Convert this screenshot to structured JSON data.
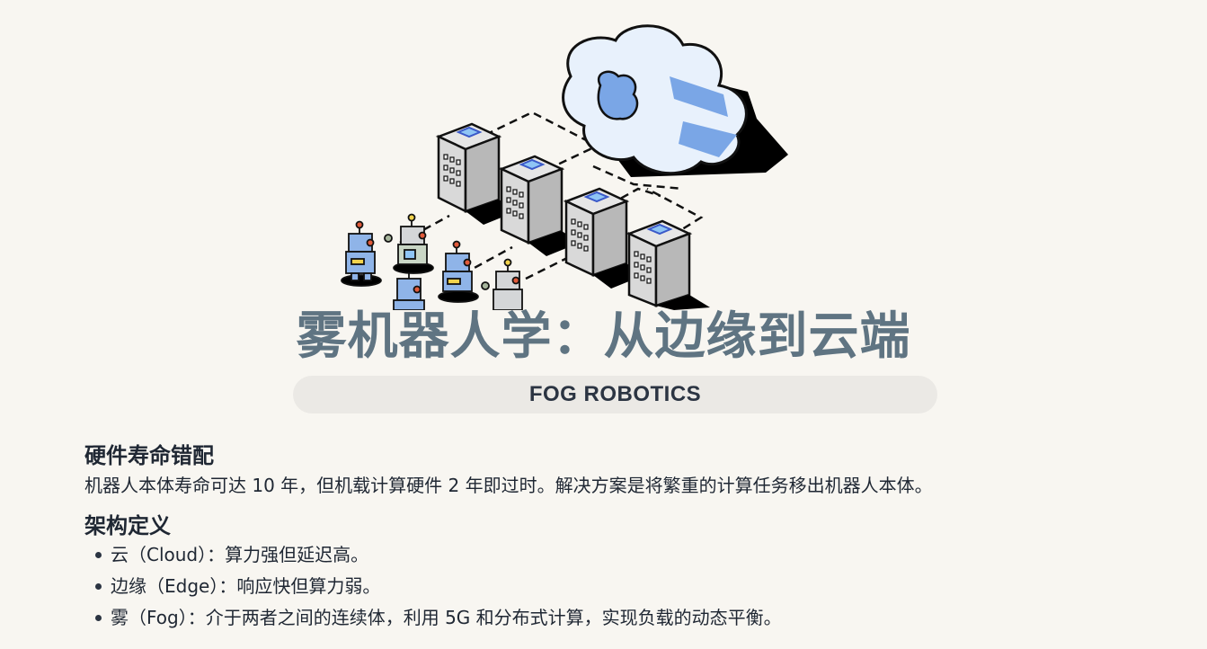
{
  "illustration": {
    "description": "Isometric illustration of robots connected via dashed lines to server buildings and a cloud",
    "icons": [
      "cloud-icon",
      "server-building-icon",
      "robot-icon"
    ],
    "colors": {
      "cloud_fill": "#e6f0fb",
      "cloud_band": "#7aa6e6",
      "building_fill": "#d9d9d9",
      "building_side": "#b8b8b8",
      "screen": "#8fc5f5",
      "robot_blue": "#8fb4e8",
      "robot_gray": "#d4d6d8",
      "robot_accent": "#e05a3a",
      "outline": "#111111"
    }
  },
  "title": "雾机器人学：从边缘到云端",
  "subtitle": "FOG ROBOTICS",
  "sections": [
    {
      "heading": "硬件寿命错配",
      "body": "机器人本体寿命可达 10 年，但机载计算硬件 2 年即过时。解决方案是将繁重的计算任务移出机器人本体。"
    },
    {
      "heading": "架构定义",
      "bullets": [
        "云（Cloud）：算力强但延迟高。",
        "边缘（Edge）：响应快但算力弱。",
        "雾（Fog）：介于两者之间的连续体，利用 5G 和分布式计算，实现负载的动态平衡。"
      ]
    }
  ],
  "colors": {
    "background": "#f8f6f1",
    "title": "#5f7482",
    "pill": "#ebe9e5",
    "text": "#1f2733"
  }
}
